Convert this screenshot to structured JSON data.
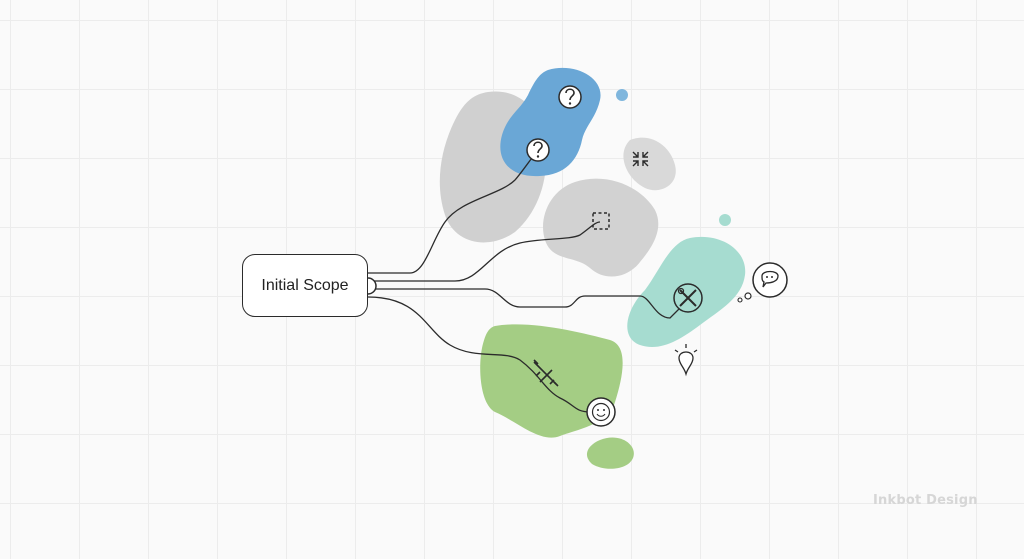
{
  "diagram": {
    "root_node": {
      "label": "Initial Scope"
    },
    "nodes": [
      {
        "id": "question-top",
        "icon": "question-mark-icon",
        "color": "#6aa7d6"
      },
      {
        "id": "question-bottom",
        "icon": "question-mark-icon",
        "color": "#6aa7d6"
      },
      {
        "id": "converge",
        "icon": "arrows-converge-icon",
        "color": "#d9d9d9"
      },
      {
        "id": "dashed-box",
        "icon": "dashed-frame-icon",
        "color": "#d2d2d2"
      },
      {
        "id": "tools",
        "icon": "wrench-screwdriver-icon",
        "color": "#a6dcd0"
      },
      {
        "id": "chat",
        "icon": "chat-bubble-icon",
        "color": "#ffffff"
      },
      {
        "id": "idea",
        "icon": "lightbulb-icon",
        "color": "#ffffff"
      },
      {
        "id": "plane",
        "icon": "airplane-icon",
        "color": "#a4cd84"
      },
      {
        "id": "smile",
        "icon": "smiley-face-icon",
        "color": "#a4cd84"
      }
    ],
    "colors": {
      "blue_blob": "#6aa7d6",
      "gray_blob": "#d0d0d0",
      "teal_blob": "#a6dcd0",
      "green_blob": "#a4cd84",
      "line": "#2b2b2b"
    }
  },
  "watermark": {
    "text": "Inkbot Design"
  }
}
